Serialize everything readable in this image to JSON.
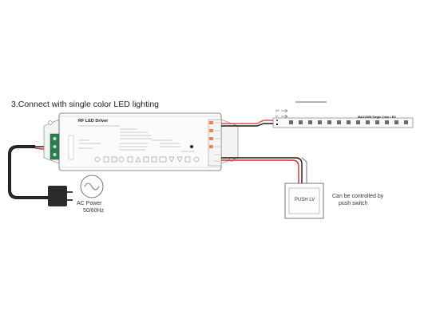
{
  "title": "3.Connect with single color LED lighting",
  "driver": {
    "name": "RF LED Driver"
  },
  "ac_power": {
    "line1": "AC Power",
    "line2": "50/60Hz"
  },
  "push_switch": {
    "label": "PUSH LV"
  },
  "note": {
    "line1": "Can be controlled by",
    "line2": "push switch"
  },
  "led_strip": {
    "label": "MAX100W Single Color LED",
    "v_plus": "V+",
    "v_minus": "V-"
  },
  "colors": {
    "wire_red": "#d0302c",
    "wire_black": "#1a1a1a",
    "terminal_green": "#2f7d4f",
    "terminal_orange": "#e8894a",
    "led_chip": "#6b6b6b"
  }
}
